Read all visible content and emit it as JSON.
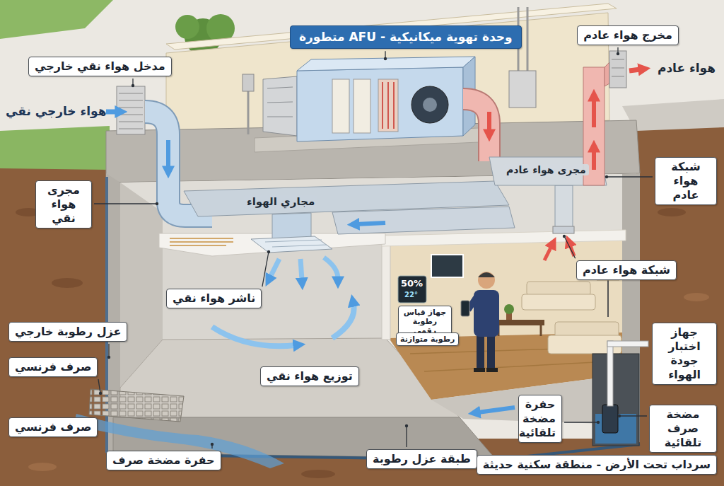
{
  "diagram": {
    "caption": "سرداب تحت الأرض - منطقة سكنية حديثة",
    "nodes": [
      {
        "text": [
          "مدخل هواء نقي خارجي"
        ]
      },
      {
        "text": [
          "وحدة تهوية ميكانيكية - AFU متطورة"
        ]
      },
      {
        "text": [
          "مخرج هواء عادم"
        ]
      },
      {
        "text": [
          "شبكة هواء عادم"
        ]
      },
      {
        "text": [
          "مجرى هواء نقي"
        ]
      },
      {
        "text": [
          "شبكة هواء عادم"
        ]
      },
      {
        "text": [
          "ناشر هواء نقي"
        ]
      },
      {
        "text": [
          "جهاز قياس رطوبة رقمي"
        ]
      },
      {
        "text": [
          "رطوبة متوازنة"
        ]
      },
      {
        "text": [
          "عزل رطوبة خارجي"
        ]
      },
      {
        "text": [
          "جهاز اختبار جودة الهواء"
        ]
      },
      {
        "text": [
          "صرف فرنسي"
        ]
      },
      {
        "text": [
          "توزيع هواء نقي"
        ]
      },
      {
        "text": [
          "حفرة مضخة تلقائية"
        ]
      },
      {
        "text": [
          "مضخة صرف تلقائية"
        ]
      },
      {
        "text": [
          "صرف فرنسي"
        ]
      },
      {
        "text": [
          "حفرة مضخة صرف"
        ]
      },
      {
        "text": [
          "طبقة عزل رطوبة"
        ]
      }
    ],
    "labels": [
      "هواء خارجي نقي",
      "هواء عادم",
      "مجاري الهواء",
      "مجرى هواء عادم",
      "50%",
      "22°"
    ]
  }
}
